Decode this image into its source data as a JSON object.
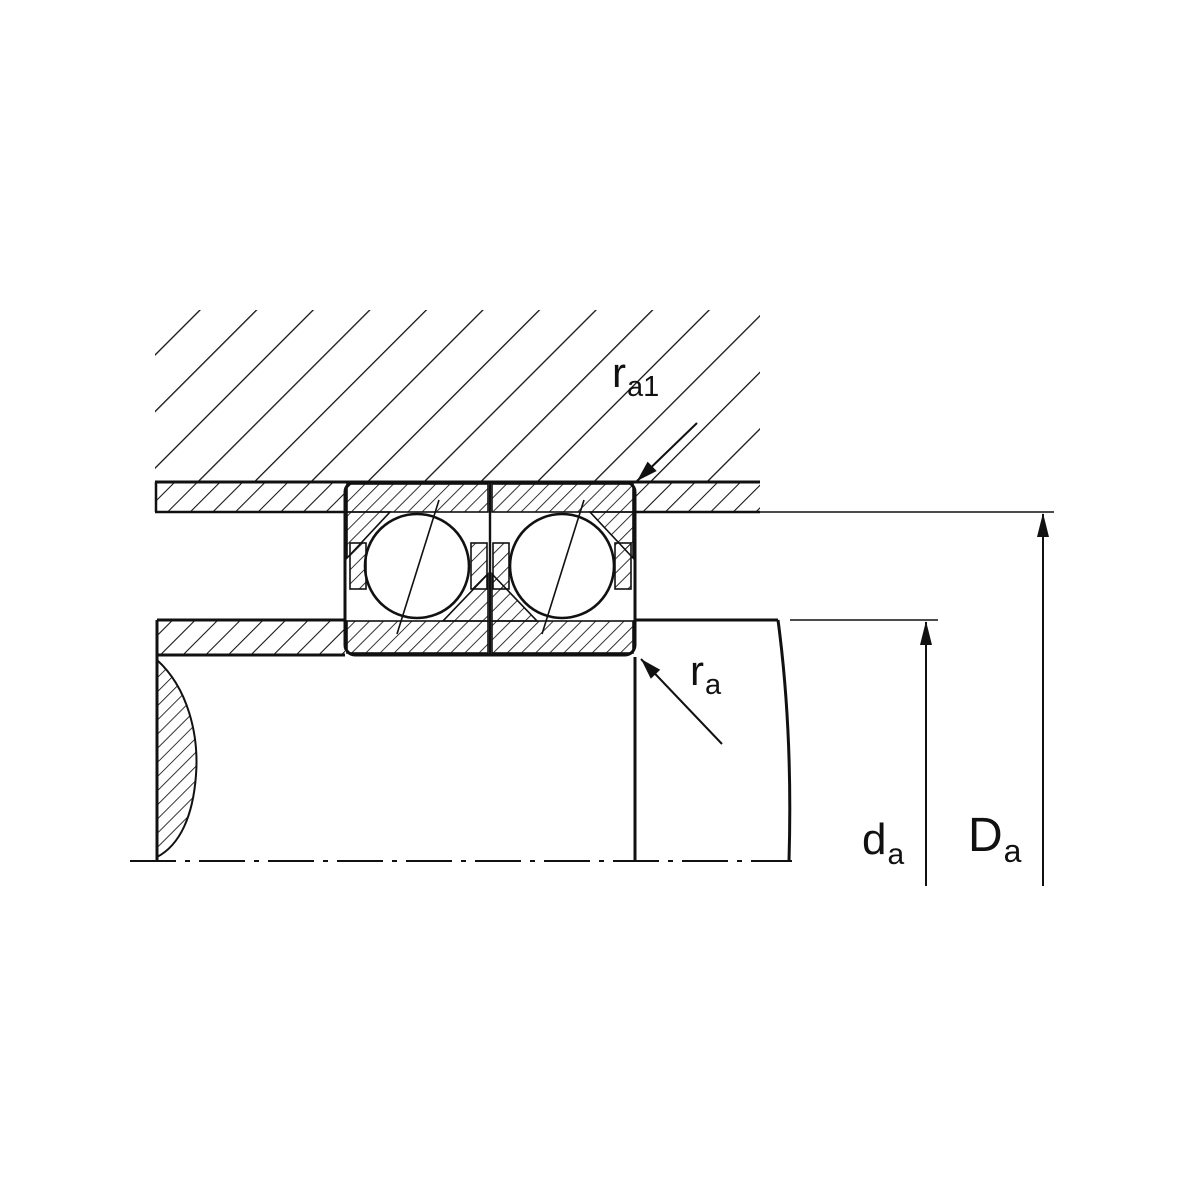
{
  "title": "Angular contact ball bearing mounting dimensions cross-section",
  "labels": {
    "fillet_housing": {
      "base": "r",
      "sub": "a1"
    },
    "fillet_shaft": {
      "base": "r",
      "sub": "a"
    },
    "shaft_shoulder_diameter": {
      "base": "d",
      "sub": "a"
    },
    "housing_shoulder_diameter": {
      "base": "D",
      "sub": "a"
    }
  },
  "colors": {
    "line": "#111111",
    "background": "#ffffff"
  }
}
